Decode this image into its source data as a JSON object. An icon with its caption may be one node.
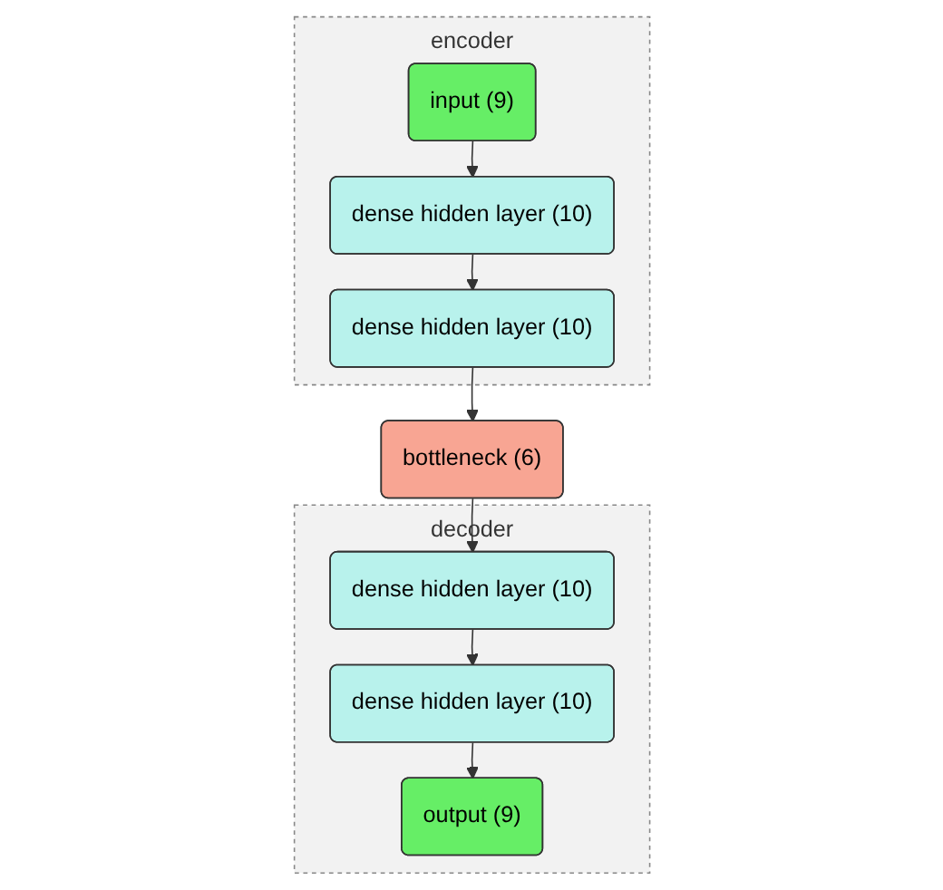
{
  "diagram": {
    "nodes": [
      {
        "text": [
          "encoder"
        ]
      },
      {
        "text": [
          "input (9)"
        ],
        "in": 0
      },
      {
        "text": [
          "dense hidden layer (10)"
        ],
        "in": 0
      },
      {
        "text": [
          "dense hidden layer (10)"
        ],
        "in": 0
      },
      {
        "text": [
          "bottleneck (6)"
        ]
      },
      {
        "text": [
          "decoder"
        ]
      },
      {
        "text": [
          "dense hidden layer (10)"
        ],
        "in": 5
      },
      {
        "text": [
          "dense hidden layer (10)"
        ],
        "in": 5
      },
      {
        "text": [
          "output (9)"
        ],
        "in": 5
      }
    ],
    "edges": [
      {
        "from": 1,
        "to": 2,
        "arrow": "to"
      },
      {
        "from": 2,
        "to": 3,
        "arrow": "to"
      },
      {
        "from": 3,
        "to": 4,
        "arrow": "to"
      },
      {
        "from": 4,
        "to": 6,
        "arrow": "to"
      },
      {
        "from": 6,
        "to": 7,
        "arrow": "to"
      },
      {
        "from": 7,
        "to": 8,
        "arrow": "to"
      }
    ]
  }
}
